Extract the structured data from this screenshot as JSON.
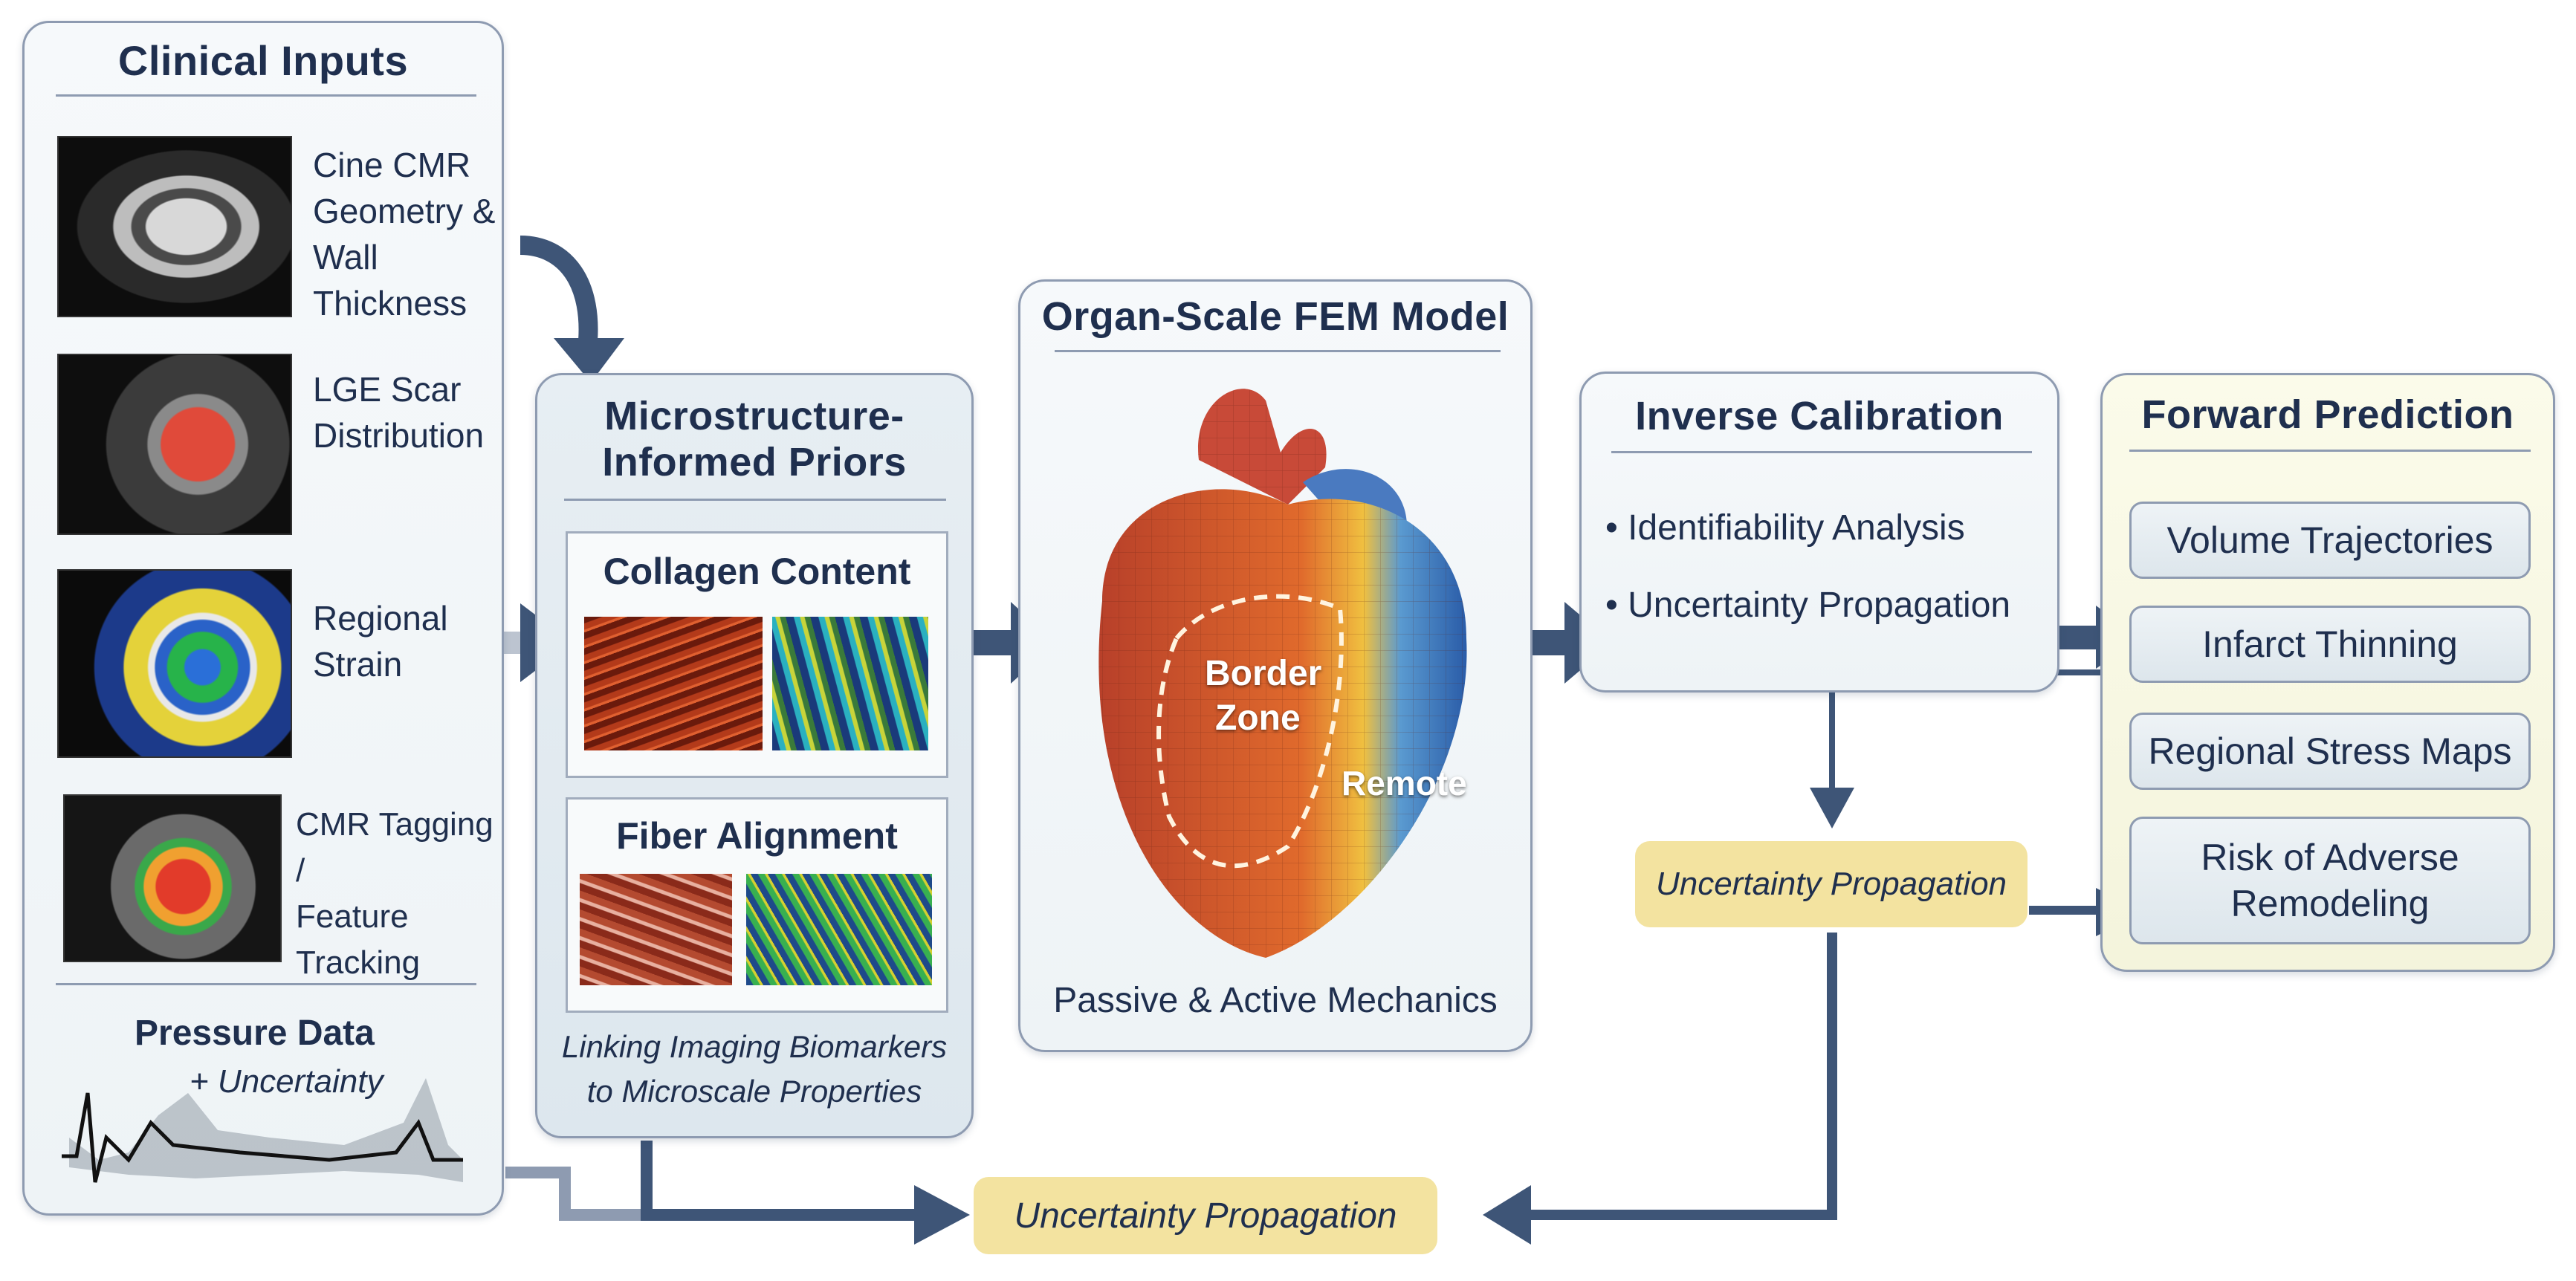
{
  "clinical_inputs": {
    "title": "Clinical Inputs",
    "items": [
      {
        "label": "Cine CMR\nGeometry &\nWall Thickness",
        "image": "cine-cmr-image"
      },
      {
        "label": "LGE Scar\nDistribution",
        "image": "lge-scar-image"
      },
      {
        "label": "Regional\nStrain",
        "image": "strain-map-image"
      },
      {
        "label": "CMR Tagging /\nFeature Tracking",
        "image": "tagging-image"
      }
    ],
    "pressure_title": "Pressure Data",
    "pressure_subtitle": "+ Uncertainty"
  },
  "priors": {
    "title_line1": "Microstructure-",
    "title_line2": "Informed Priors",
    "collagen": "Collagen Content",
    "fiber": "Fiber Alignment",
    "caption_line1": "Linking Imaging Biomarkers",
    "caption_line2": "to Microscale Properties"
  },
  "fem": {
    "title": "Organ-Scale FEM Model",
    "border_zone_line1": "Border",
    "border_zone_line2": "Zone",
    "remote": "Remote",
    "caption": "Passive & Active Mechanics"
  },
  "inverse": {
    "title": "Inverse Calibration",
    "bullets": [
      "Identifiability Analysis",
      "Uncertainty Propagation"
    ]
  },
  "forward": {
    "title": "Forward Prediction",
    "items": [
      "Volume Trajectories",
      "Infarct Thinning",
      "Regional Stress Maps",
      "Risk of Adverse\nRemodeling"
    ]
  },
  "uncertainty_mid": "Uncertainty Propagation",
  "uncertainty_bottom": "Uncertainty Propagation",
  "colors": {
    "arrow": "#3e5577",
    "panel_border": "#8e9bb1",
    "highlight": "#f3e3a0",
    "text": "#1f2f4e"
  }
}
